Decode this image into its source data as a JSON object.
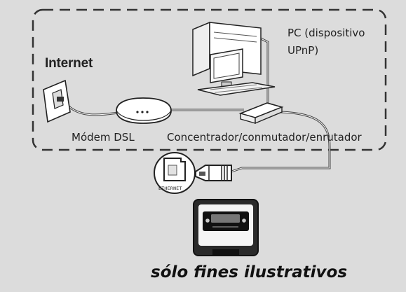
{
  "labels": {
    "internet": "Internet",
    "pc_line1": "PC (dispositivo",
    "pc_line2": "UPnP)",
    "modem": "Módem DSL",
    "hub": "Concentrador/conmutador/enrutador",
    "ethernet": "ETHERNET",
    "note": "sólo fines ilustrativos"
  },
  "colors": {
    "background": "#dcdcdc",
    "line": "#222222",
    "device_fill": "#ffffff"
  },
  "icons": [
    "wall-socket-icon",
    "dsl-modem-icon",
    "network-hub-icon",
    "pc-tower-icon",
    "monitor-icon",
    "keyboard-icon",
    "ethernet-port-icon",
    "ethernet-plug-icon",
    "music-player-icon"
  ]
}
